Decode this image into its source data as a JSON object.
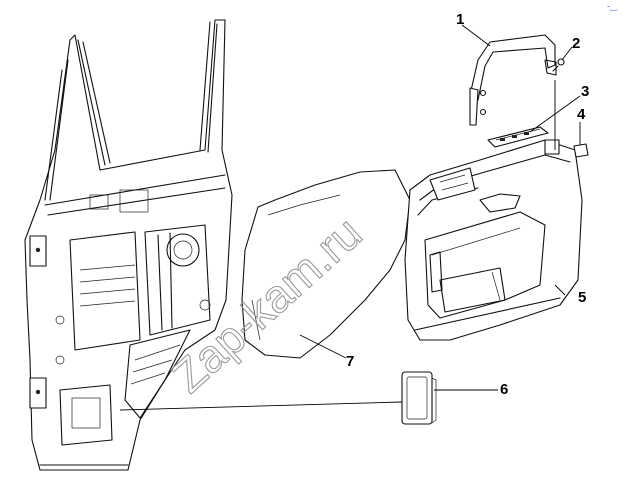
{
  "watermark": "Zap-kam.ru",
  "corner_mark": "-‿",
  "callouts": [
    {
      "id": "1",
      "label": "1"
    },
    {
      "id": "2",
      "label": "2"
    },
    {
      "id": "3",
      "label": "3"
    },
    {
      "id": "4",
      "label": "4"
    },
    {
      "id": "5",
      "label": "5"
    },
    {
      "id": "6",
      "label": "6"
    },
    {
      "id": "7",
      "label": "7"
    }
  ],
  "colors": {
    "line": "#111111",
    "background": "#ffffff",
    "watermark": "#9a9a9a"
  }
}
